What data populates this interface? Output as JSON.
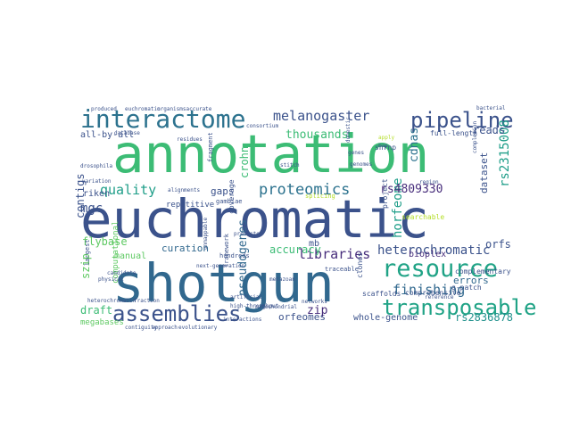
{
  "words": [
    {
      "text": "euchromatic",
      "color": "#3b528b"
    },
    {
      "text": "annotation",
      "color": "#3cbc75"
    },
    {
      "text": "shotgun",
      "color": "#31688e"
    },
    {
      "text": "interactome",
      "color": "#2c728e"
    },
    {
      "text": "resource",
      "color": "#20a386"
    },
    {
      "text": "transposable",
      "color": "#20a386"
    },
    {
      "text": "assemblies",
      "color": "#3b528b"
    },
    {
      "text": "pipeline",
      "color": "#3b528b"
    },
    {
      "text": "proteomics",
      "color": "#2c728e"
    },
    {
      "text": "melanogaster",
      "color": "#3b528b"
    },
    {
      "text": "libraries",
      "color": "#472d7b"
    },
    {
      "text": "finishing",
      "color": "#31688e"
    },
    {
      "text": "quality",
      "color": "#1f9e89"
    },
    {
      "text": "horfeome",
      "color": "#1f9e89"
    },
    {
      "text": "heterochromatic",
      "color": "#3b528b"
    },
    {
      "text": "rs2315008",
      "color": "#1f9e89"
    },
    {
      "text": "rs4809330",
      "color": "#472d7b"
    },
    {
      "text": "rs2836878",
      "color": "#21918c"
    },
    {
      "text": "thousands",
      "color": "#3cbc75"
    },
    {
      "text": "pseudogenes",
      "color": "#31688e"
    },
    {
      "text": "reads",
      "color": "#3b528b"
    },
    {
      "text": "mgc",
      "color": "#3b528b"
    },
    {
      "text": "accuracy",
      "color": "#3cbc75"
    },
    {
      "text": "curation",
      "color": "#31688e"
    },
    {
      "text": "draft",
      "color": "#3cbc75"
    },
    {
      "text": "contigs",
      "color": "#3b528b"
    },
    {
      "text": "cdnas",
      "color": "#2c728e"
    },
    {
      "text": "dataset",
      "color": "#3b528b"
    },
    {
      "text": "flybase",
      "color": "#5ec962"
    },
    {
      "text": "orfeomes",
      "color": "#3b528b"
    },
    {
      "text": "whole-genome",
      "color": "#3b528b"
    },
    {
      "text": "zip",
      "color": "#472d7b"
    },
    {
      "text": "crohn",
      "color": "#3cbc75"
    },
    {
      "text": "gaps",
      "color": "#3b528b"
    },
    {
      "text": "errors",
      "color": "#31688e"
    },
    {
      "text": "orfs",
      "color": "#3b528b"
    },
    {
      "text": "szip",
      "color": "#5ec962"
    },
    {
      "text": "bioplex",
      "color": "#472d7b"
    },
    {
      "text": "riken",
      "color": "#3b528b"
    },
    {
      "text": "megabases",
      "color": "#5ec962"
    },
    {
      "text": "scaffolds",
      "color": "#3b528b"
    },
    {
      "text": "all-by-all",
      "color": "#3b528b"
    },
    {
      "text": "repetitive",
      "color": "#3b528b"
    },
    {
      "text": "full-length",
      "color": "#3b528b"
    },
    {
      "text": "manual",
      "color": "#5ec962"
    },
    {
      "text": "coverage",
      "color": "#3b528b"
    },
    {
      "text": "mb",
      "color": "#3b528b"
    },
    {
      "text": "g-patch",
      "color": "#3b528b"
    },
    {
      "text": "complementary",
      "color": "#3b528b"
    },
    {
      "text": "comprehensive",
      "color": "#3b528b"
    },
    {
      "text": "database",
      "color": "#3b528b"
    },
    {
      "text": "fragment",
      "color": "#3b528b"
    },
    {
      "text": "alignments",
      "color": "#3b528b"
    },
    {
      "text": "computational",
      "color": "#5ec962"
    },
    {
      "text": "framework",
      "color": "#3b528b"
    },
    {
      "text": "hundreds",
      "color": "#3b528b"
    },
    {
      "text": "traceable",
      "color": "#3b528b"
    },
    {
      "text": "searchable",
      "color": "#b5de2b"
    },
    {
      "text": "project",
      "color": "#3b528b"
    },
    {
      "text": "snrnp",
      "color": "#3b528b"
    },
    {
      "text": "clones",
      "color": "#3b528b"
    },
    {
      "text": "gambiae",
      "color": "#3b528b"
    },
    {
      "text": "metazoan",
      "color": "#3b528b"
    },
    {
      "text": "largest",
      "color": "#3b528b"
    },
    {
      "text": "physical",
      "color": "#3b528b"
    },
    {
      "text": "heterochromatin",
      "color": "#3b528b"
    },
    {
      "text": "fraction",
      "color": "#3b528b"
    },
    {
      "text": "approach",
      "color": "#3b528b"
    },
    {
      "text": "evolutionary",
      "color": "#3b528b"
    },
    {
      "text": "interactions",
      "color": "#3b528b"
    },
    {
      "text": "contiguity",
      "color": "#3b528b"
    },
    {
      "text": "produced",
      "color": "#3b528b"
    },
    {
      "text": "euchromatin",
      "color": "#3b528b"
    },
    {
      "text": "organismsaccurate",
      "color": "#3b528b"
    },
    {
      "text": "drosophila",
      "color": "#3b528b"
    },
    {
      "text": "variation",
      "color": "#3b528b"
    },
    {
      "text": "completion",
      "color": "#3b528b"
    },
    {
      "text": "domestic",
      "color": "#3b528b"
    },
    {
      "text": "map",
      "color": "#3b528b"
    },
    {
      "text": "genes",
      "color": "#3b528b"
    },
    {
      "text": "apply",
      "color": "#b5de2b"
    },
    {
      "text": "bacterial",
      "color": "#3b528b"
    },
    {
      "text": "splicing",
      "color": "#b5de2b"
    },
    {
      "text": "stitch",
      "color": "#3b528b"
    },
    {
      "text": "reference",
      "color": "#3b528b"
    },
    {
      "text": "artificial",
      "color": "#3b528b"
    },
    {
      "text": "high-throughput",
      "color": "#3b528b"
    },
    {
      "text": "next-generation",
      "color": "#3b528b"
    },
    {
      "text": "unmappable",
      "color": "#3b528b"
    },
    {
      "text": "predicted",
      "color": "#3b528b"
    },
    {
      "text": "consortium",
      "color": "#3b528b"
    },
    {
      "text": "genomes",
      "color": "#3b528b"
    },
    {
      "text": "mitochondrial",
      "color": "#3b528b"
    },
    {
      "text": "networks",
      "color": "#3b528b"
    },
    {
      "text": "residues",
      "color": "#3b528b"
    },
    {
      "text": "region",
      "color": "#3b528b"
    },
    {
      "text": "candidate",
      "color": "#3b528b"
    }
  ]
}
